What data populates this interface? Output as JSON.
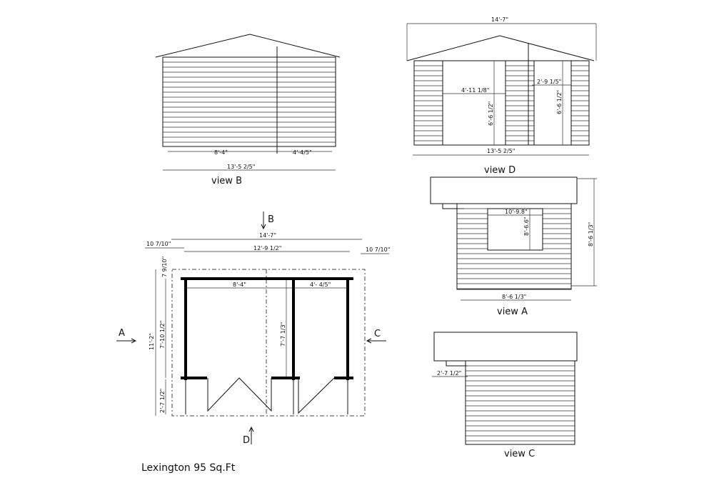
{
  "title": "Lexington 95 Sq.Ft",
  "view_b": {
    "label": "view B",
    "dim_left": "8'-4\"",
    "dim_right": "4'-4/5\"",
    "dim_total": "13'-5 2/5\""
  },
  "view_d": {
    "label": "view D",
    "dim_roof": "14'-7\"",
    "dim_door1_w": "4'-11 1/8\"",
    "dim_door1_h": "6'-6 1/2\"",
    "dim_door2_w": "2'-9 1/5\"",
    "dim_door2_h": "6'-6 1/2\"",
    "dim_total": "13'-5 2/5\""
  },
  "view_a": {
    "label": "view A",
    "dim_window_w": "10'-9.8\"",
    "dim_window_h": "8'-6.6\"",
    "dim_height": "8'-6 1/3\"",
    "dim_width": "8'-6 1/3\""
  },
  "view_c": {
    "label": "view C",
    "dim_overhang": "2'-7 1/2\""
  },
  "plan": {
    "arrow_b": "B",
    "arrow_a": "A",
    "arrow_c": "C",
    "arrow_d": "D",
    "dim_roof": "14'-7\"",
    "dim_overhang_left": "10 7/10\"",
    "dim_walls": "12'-9 1/2\"",
    "dim_overhang_right": "10 7/10\"",
    "dim_overhang_top": "7 9/10\"",
    "dim_room1": "8'-4\"",
    "dim_room2": "4'- 4/5\"",
    "dim_depth": "7'-10 1/2\"",
    "dim_total_depth": "11'-2\"",
    "dim_room2_depth": "7'-7 1/3\"",
    "dim_porch": "2'-7 1/2\""
  }
}
